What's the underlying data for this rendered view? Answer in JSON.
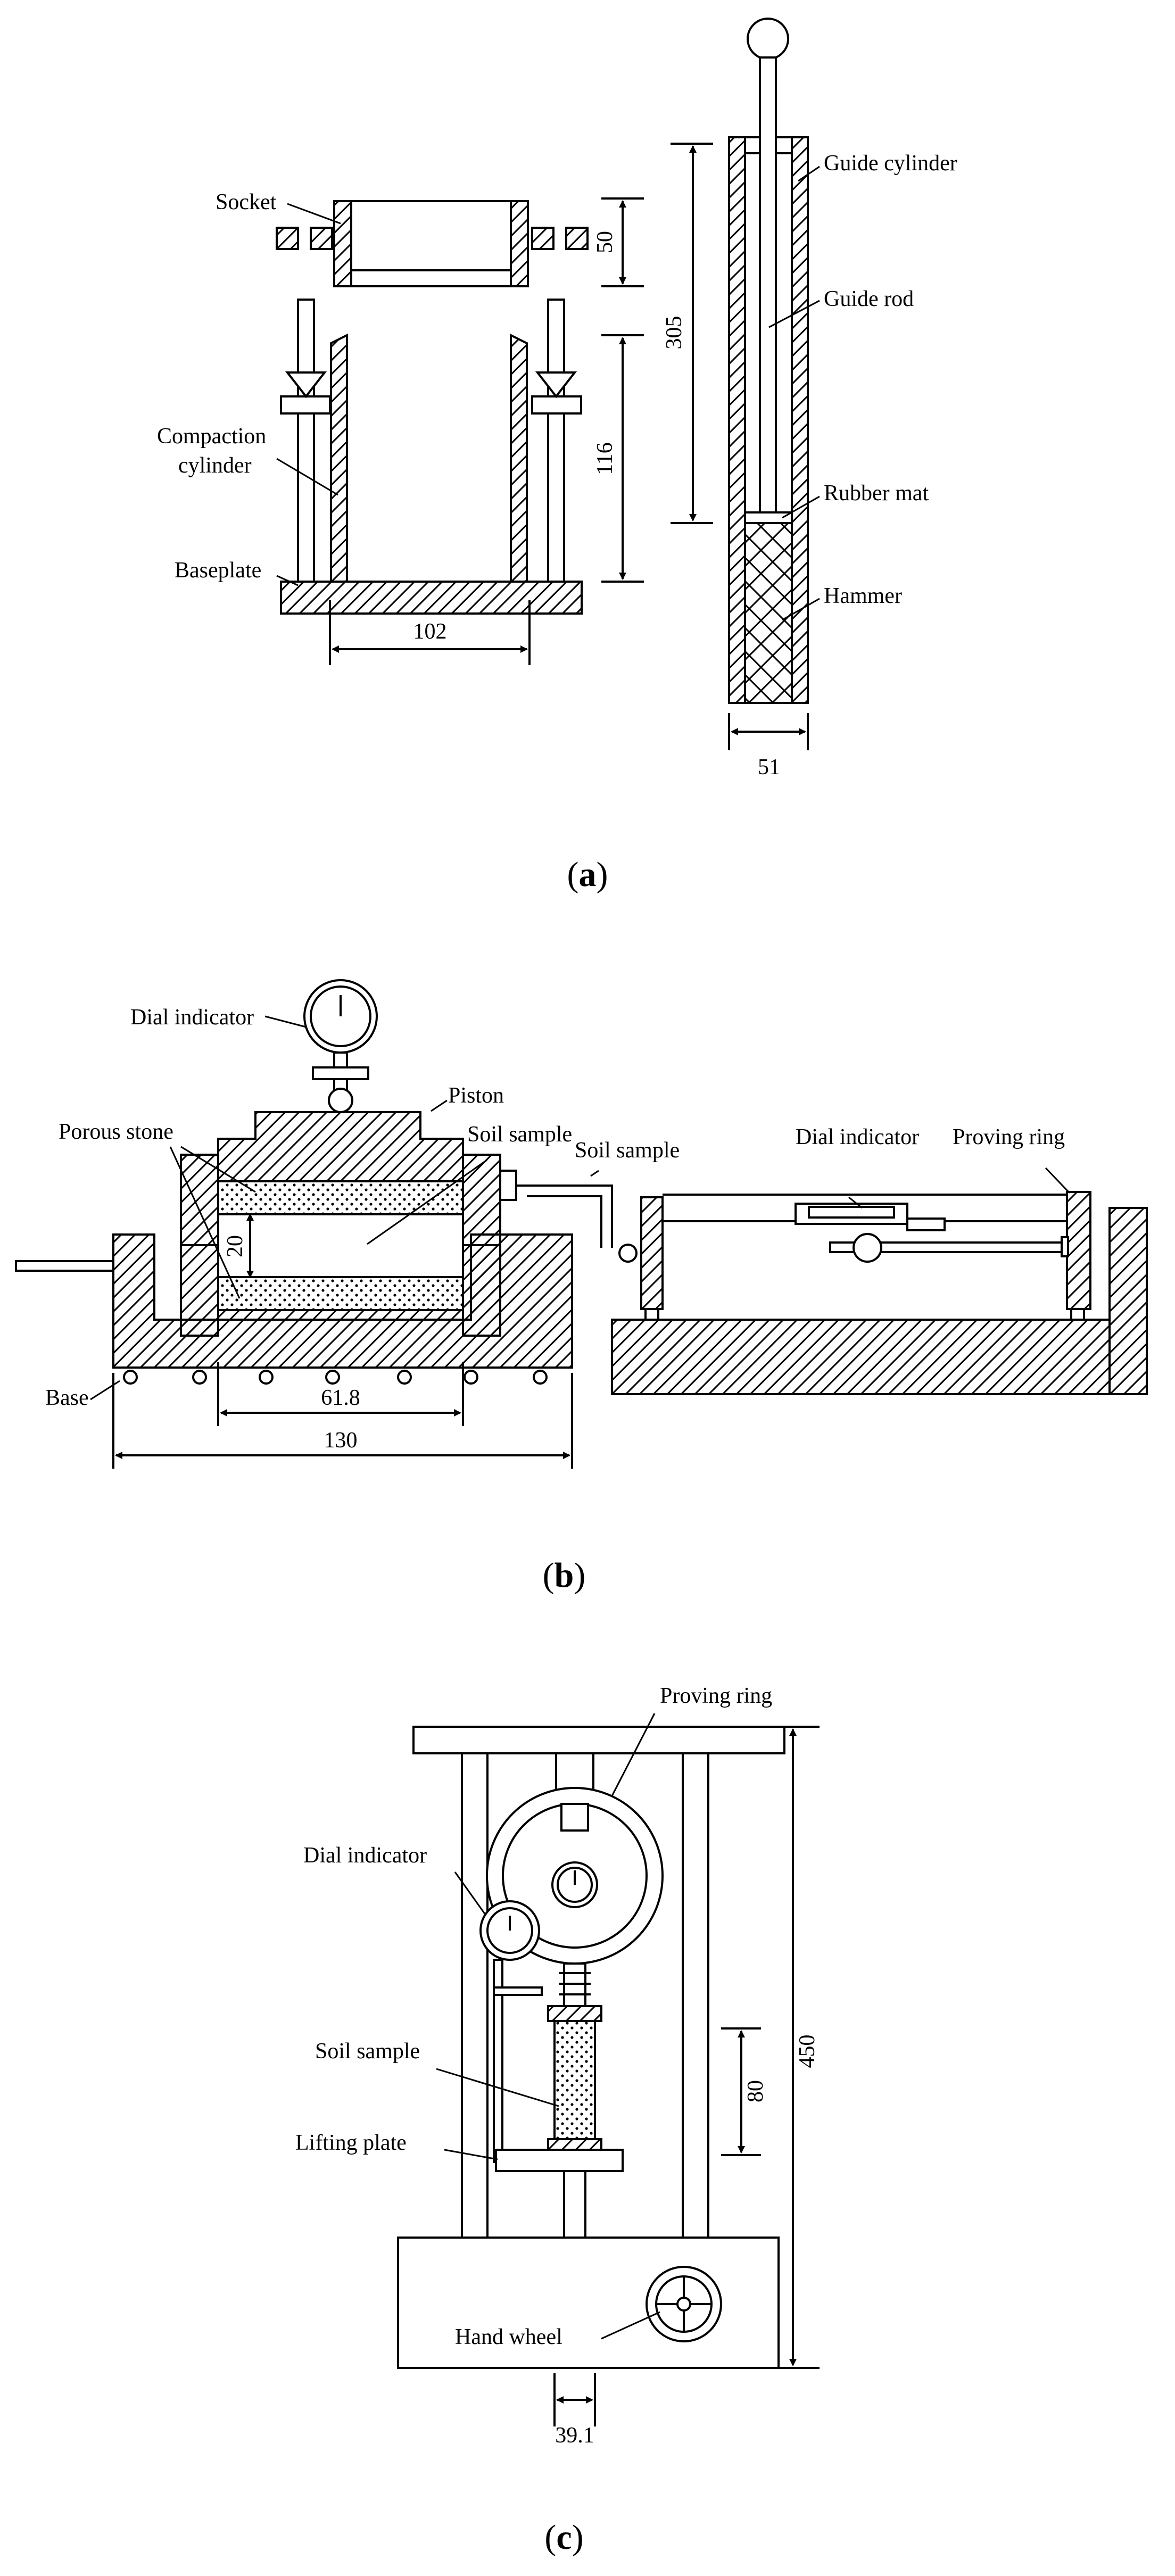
{
  "panel_a": {
    "caption_open": "(",
    "caption_letter": "a",
    "caption_close": ")",
    "labels": {
      "socket": "Socket",
      "compaction_cylinder_line1": "Compaction",
      "compaction_cylinder_line2": "cylinder",
      "baseplate": "Baseplate",
      "guide_cylinder": "Guide cylinder",
      "guide_rod": "Guide rod",
      "rubber_mat": "Rubber mat",
      "hammer": "Hammer"
    },
    "dimensions": {
      "socket_height": "50",
      "cylinder_height": "116",
      "cylinder_diameter": "102",
      "guide_height": "305",
      "hammer_diameter": "51"
    }
  },
  "panel_b": {
    "caption_open": "(",
    "caption_letter": "b",
    "caption_close": ")",
    "labels": {
      "dial_indicator_left": "Dial indicator",
      "piston": "Piston",
      "porous_stone": "Porous stone",
      "soil_sample_inner": "Soil sample",
      "soil_sample_outer": "Soil sample",
      "dial_indicator_right": "Dial indicator",
      "proving_ring": "Proving ring",
      "base": "Base"
    },
    "dimensions": {
      "sample_height": "20",
      "sample_diameter": "61.8",
      "base_width": "130"
    }
  },
  "panel_c": {
    "caption_open": "(",
    "caption_letter": "c",
    "caption_close": ")",
    "labels": {
      "proving_ring": "Proving ring",
      "dial_indicator": "Dial indicator",
      "soil_sample": "Soil sample",
      "lifting_plate": "Lifting plate",
      "hand_wheel": "Hand wheel"
    },
    "dimensions": {
      "frame_height": "450",
      "sample_height": "80",
      "sample_diameter": "39.1"
    }
  }
}
